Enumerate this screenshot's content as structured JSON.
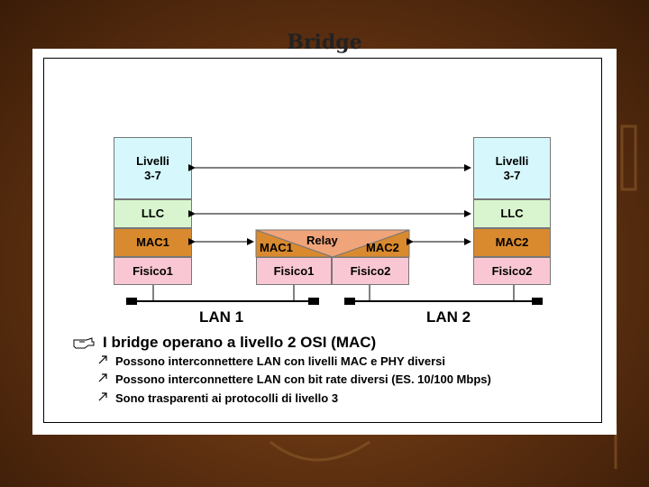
{
  "title": "Bridge",
  "left_stack": {
    "levels": "Livelli\n3-7",
    "llc": "LLC",
    "mac": "MAC1",
    "phy": "Fisico1"
  },
  "right_stack": {
    "levels": "Livelli\n3-7",
    "llc": "LLC",
    "mac": "MAC2",
    "phy": "Fisico2"
  },
  "bridge": {
    "relay": "Relay",
    "mac_left": "MAC1",
    "mac_right": "MAC2",
    "phy_left": "Fisico1",
    "phy_right": "Fisico2"
  },
  "lans": {
    "lan1": "LAN 1",
    "lan2": "LAN 2"
  },
  "bullets": {
    "main": "I bridge operano a livello 2 OSI (MAC)",
    "sub": [
      "Possono interconnettere LAN con livelli MAC e PHY diversi",
      "Possono interconnettere LAN con bit rate diversi (ES. 10/100 Mbps)",
      "Sono trasparenti ai protocolli di livello 3"
    ]
  },
  "colors": {
    "background": "#6b3a14",
    "levels": "#d6f8fc",
    "llc": "#d8f5cf",
    "mac": "#d98a2e",
    "phy": "#f9c7d3"
  }
}
